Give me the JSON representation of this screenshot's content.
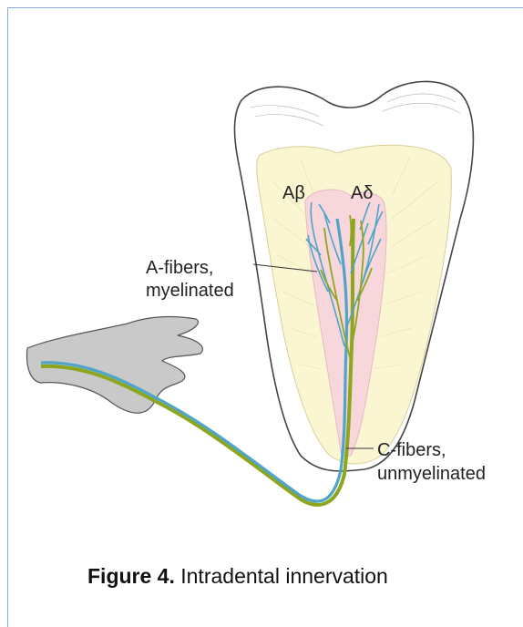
{
  "labels": {
    "a_beta": "Aβ",
    "a_delta": "Aδ",
    "a_fibers_line1": "A-fibers,",
    "a_fibers_line2": "myelinated",
    "c_fibers_line1": "C-fibers,",
    "c_fibers_line2": "unmyelinated"
  },
  "caption": {
    "figure_label": "Figure 4.",
    "text": " Intradental innervation"
  },
  "colors": {
    "dentin": "#fbf6d2",
    "pulp": "#f7d6dc",
    "enamel": "#ffffff",
    "a_fiber": "#4fa5c7",
    "c_fiber": "#8da61f",
    "hand": "#c9c9c9"
  }
}
